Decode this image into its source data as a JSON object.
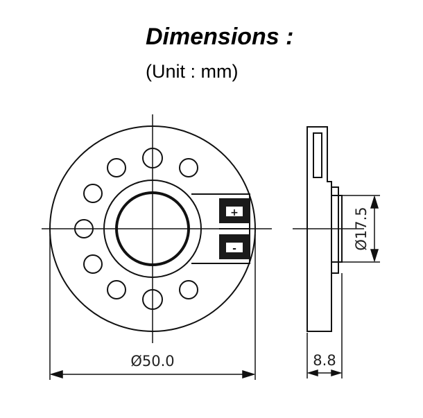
{
  "title": "Dimensions :",
  "subtitle": "(Unit : mm)",
  "dimensions": {
    "outer_diameter": "Ø50.0",
    "inner_diameter": "Ø17.5",
    "thickness": "8.8"
  },
  "terminals": {
    "positive": "+",
    "negative": "-"
  },
  "colors": {
    "line": "#111111",
    "terminal_fill": "#1a1a1a"
  }
}
